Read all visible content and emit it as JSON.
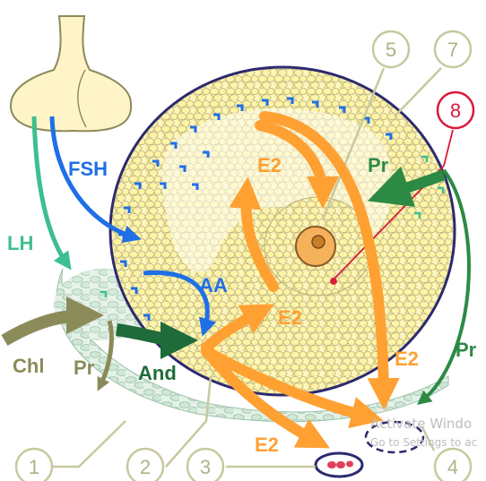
{
  "labels": {
    "fsh": "FSH",
    "lh": "LH",
    "aa": "AA",
    "chl": "Chl",
    "pr_left": "Pr",
    "and": "And",
    "e2_top": "E2",
    "e2_center": "E2",
    "e2_right": "E2",
    "e2_bottom": "E2",
    "pr_top_right": "Pr",
    "pr_right": "Pr"
  },
  "callouts": {
    "n1": "1",
    "n2": "2",
    "n3": "3",
    "n4": "4",
    "n5": "5",
    "n7": "7",
    "n8": "8"
  },
  "watermark": {
    "line1": "Activate Windo",
    "line2": "Go to Settings to ac"
  },
  "colors": {
    "fsh": "#1f6fe6",
    "lh": "#3dbf8f",
    "chl": "#8b8b5a",
    "and": "#1f6b3a",
    "e2": "#ffa032",
    "pr": "#2d8a45",
    "callout_grey": "#c8c8a0",
    "callout_red": "#d81b3c",
    "cell_fill": "#fff3a6",
    "theca_fill": "#cfe8d6"
  }
}
